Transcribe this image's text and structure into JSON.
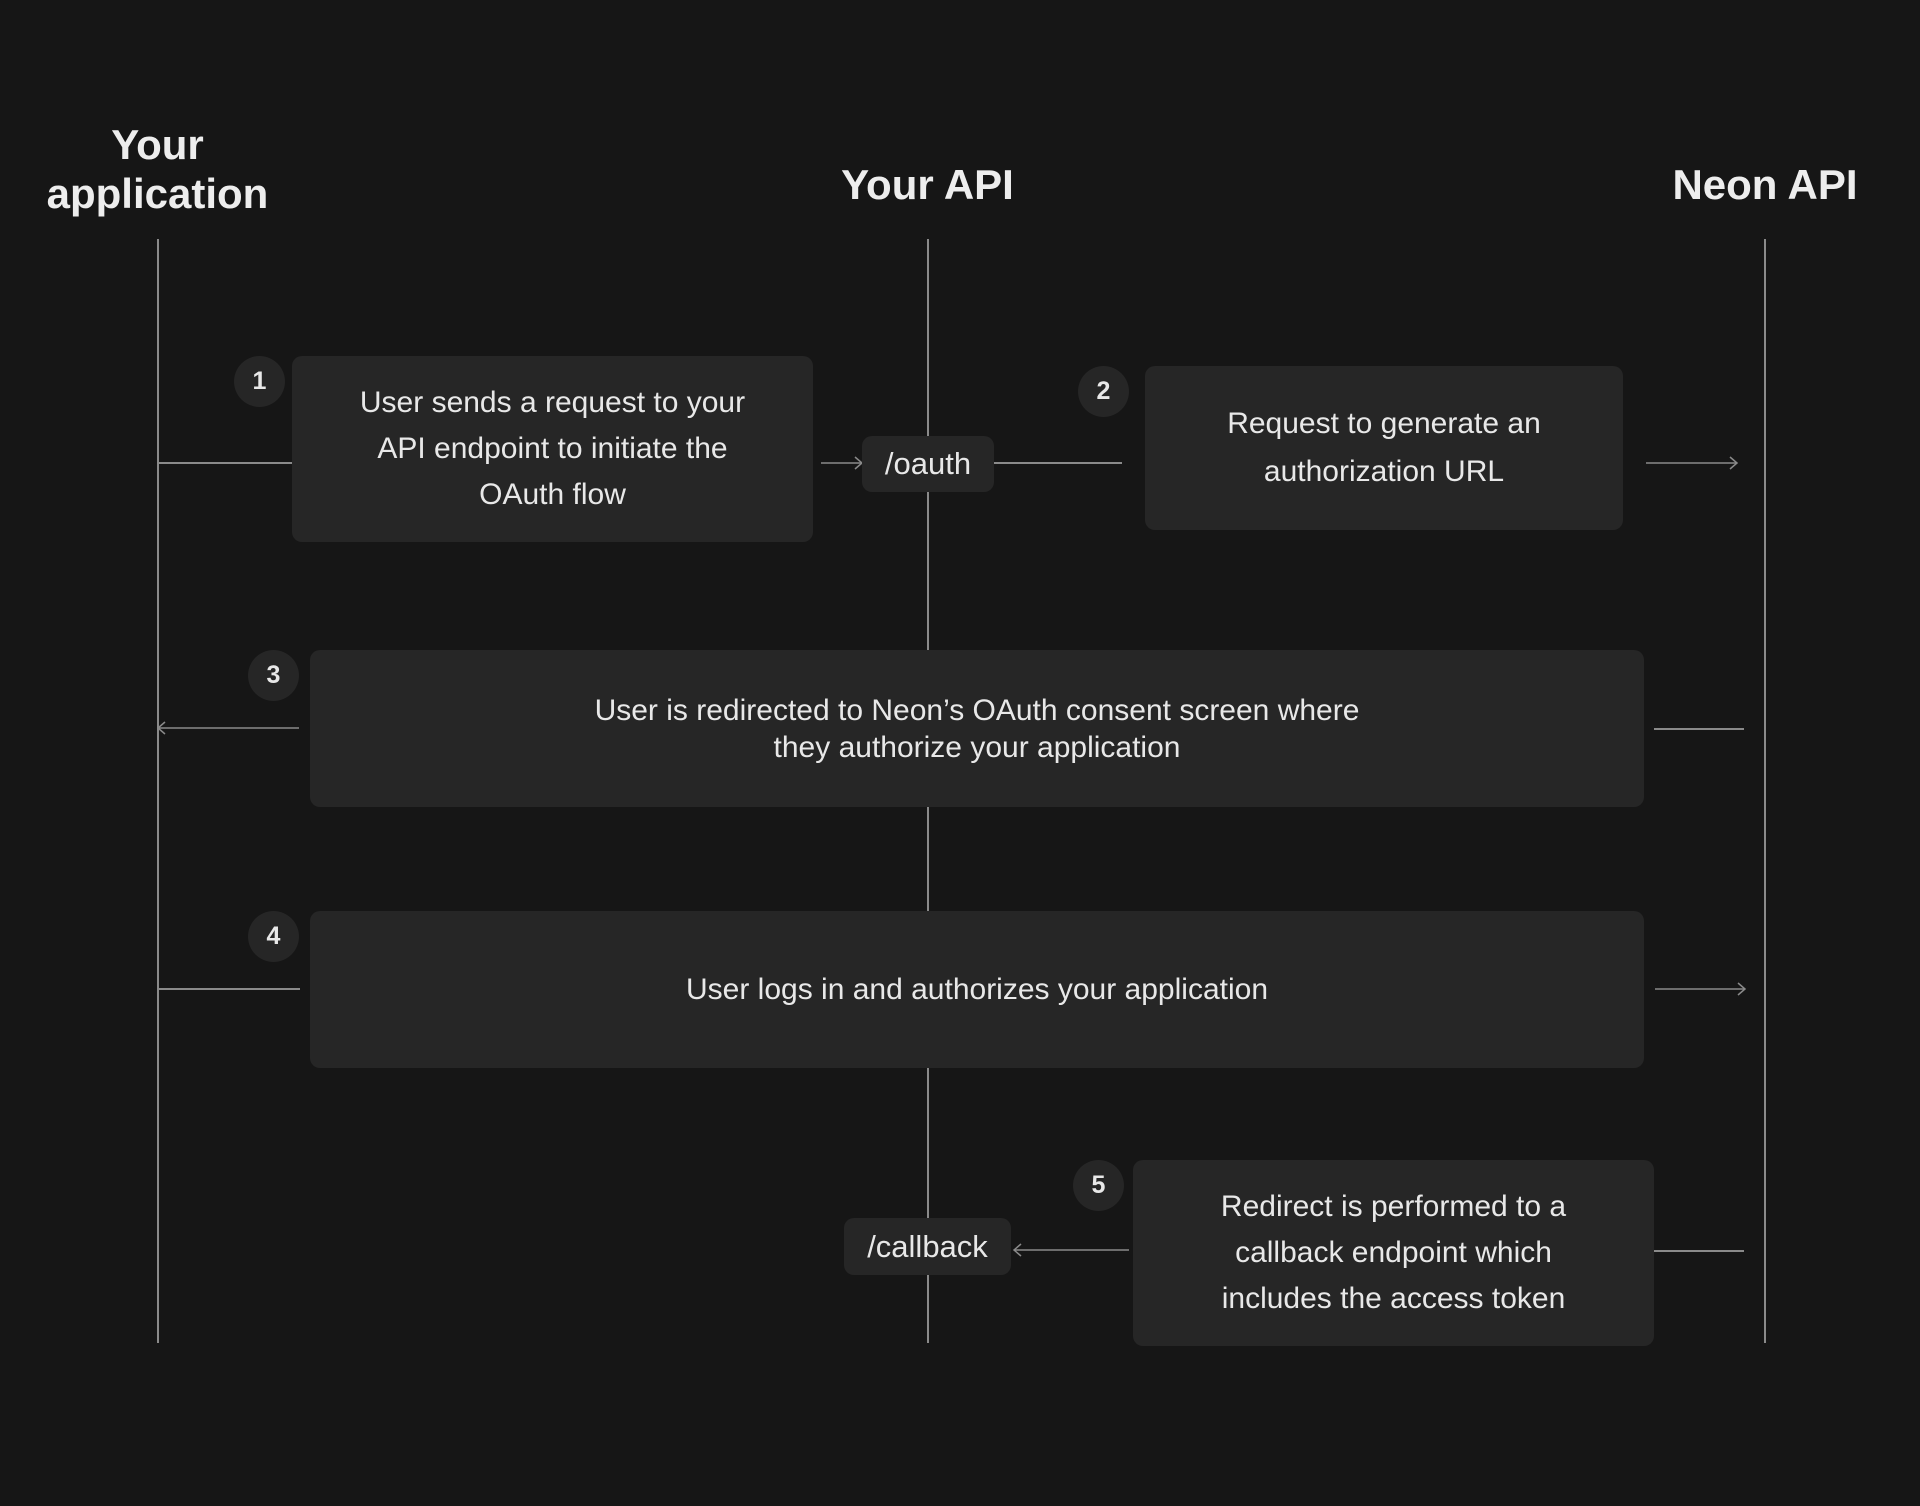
{
  "columns": {
    "app": "Your\napplication",
    "api": "Your API",
    "neon": "Neon API"
  },
  "endpoints": {
    "oauth": "/oauth",
    "callback": "/callback"
  },
  "steps": [
    {
      "number": "1",
      "text": "User sends a request to your\nAPI endpoint to initiate the\nOAuth flow"
    },
    {
      "number": "2",
      "text": "Request to generate an\nauthorization URL"
    },
    {
      "number": "3",
      "text": "User is redirected to Neon’s OAuth consent screen where\nthey authorize your application"
    },
    {
      "number": "4",
      "text": "User logs in and authorizes your application"
    },
    {
      "number": "5",
      "text": "Redirect is performed to a\ncallback endpoint which\nincludes the access token"
    }
  ],
  "colors": {
    "background": "#161616",
    "box": "#262626",
    "line": "#8a8a8a",
    "text": "#e8e8e8"
  }
}
